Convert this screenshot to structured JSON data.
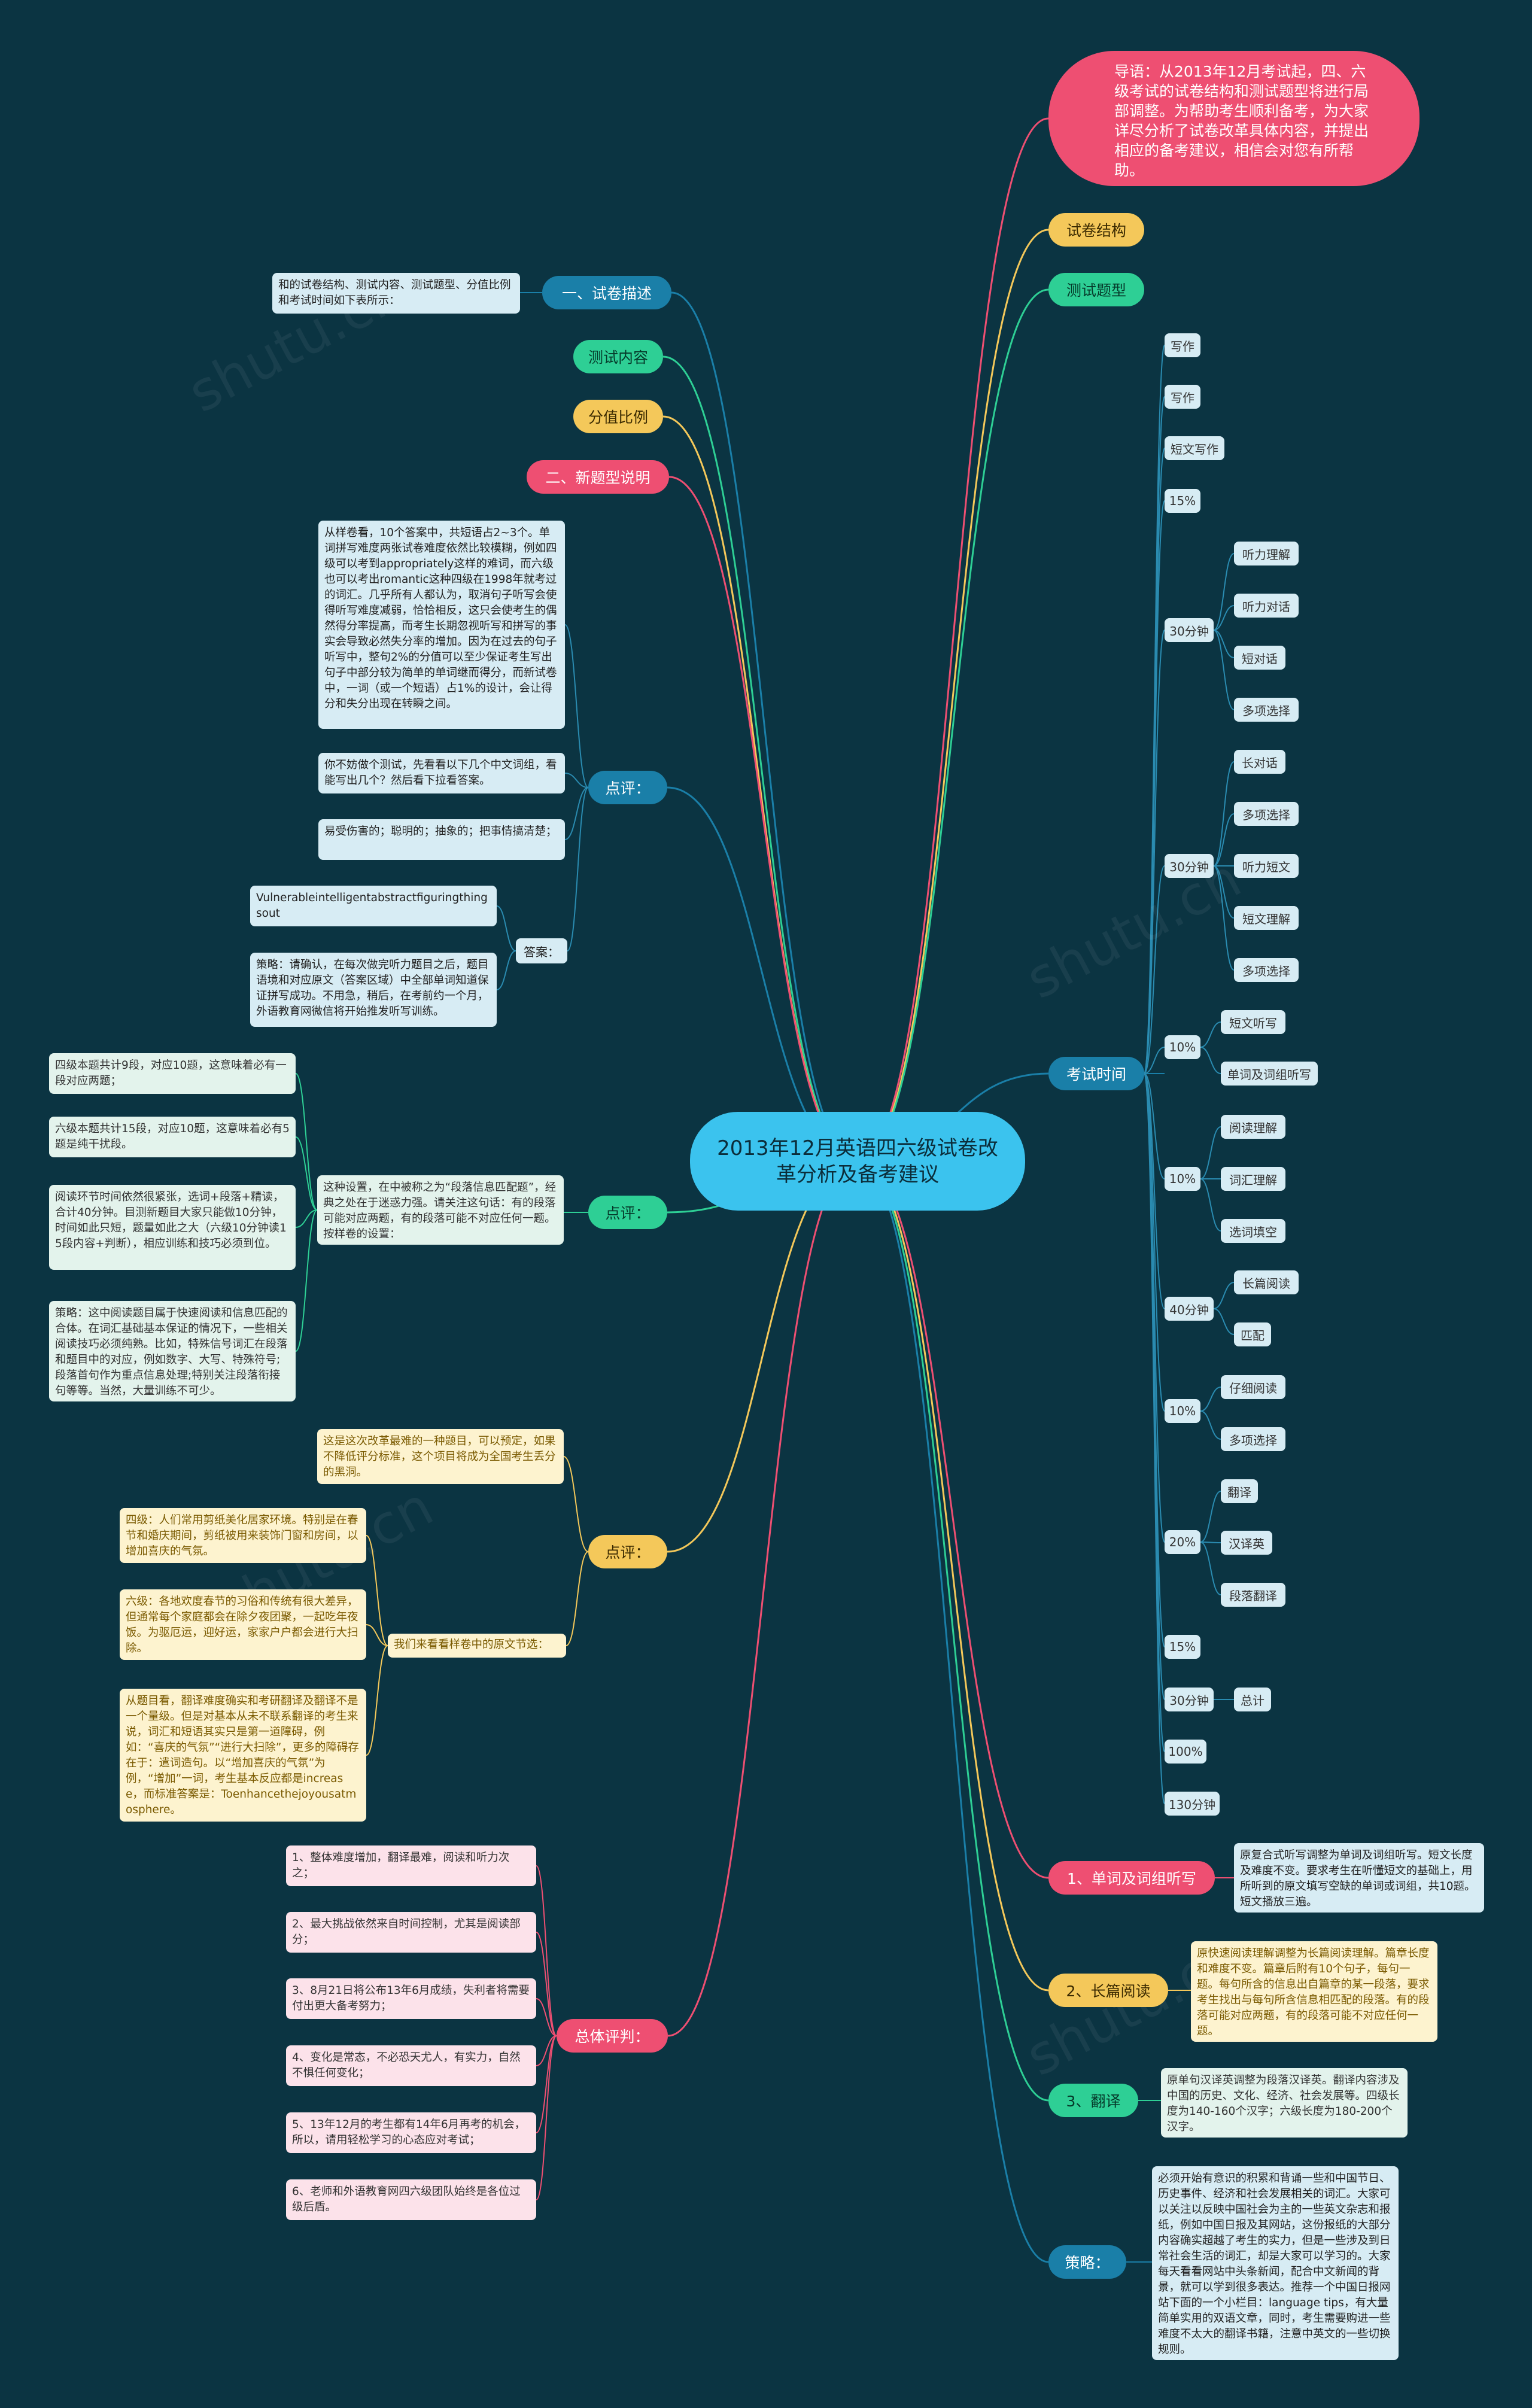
{
  "center": "2013年12月英语四六级试卷改革分析及备考建议",
  "intro": "导语：从2013年12月考试起，四、六级考试的试卷结构和测试题型将进行局部调整。为帮助考生顺利备考，为大家详尽分析了试卷改革具体内容，并提出相应的备考建议，相信会对您有所帮助。",
  "right": {
    "exam_structure": "试卷结构",
    "test_types": "测试题型",
    "exam_time": "考试时间",
    "type_items": [
      "写作",
      "写作",
      "短文写作",
      "15%",
      "30分钟",
      "30分钟",
      "10%",
      "10%",
      "40分钟",
      "10%",
      "20%",
      "15%",
      "30分钟",
      "100%",
      "130分钟"
    ],
    "listening_a": [
      "听力理解",
      "听力对话",
      "短对话",
      "多项选择"
    ],
    "listening_b": [
      "长对话",
      "多项选择",
      "听力短文",
      "短文理解",
      "多项选择"
    ],
    "dictation": [
      "短文听写",
      "单词及词组听写"
    ],
    "reading_a": [
      "阅读理解",
      "词汇理解",
      "选词填空"
    ],
    "reading_b": [
      "长篇阅读",
      "匹配"
    ],
    "careful": [
      "仔细阅读",
      "多项选择"
    ],
    "translation": [
      "翻译",
      "汉译英",
      "段落翻译"
    ],
    "summary": "总计",
    "c1_label": "1、单词及词组听写",
    "c1_text": "原复合式听写调整为单词及词组听写。短文长度及难度不变。要求考生在听懂短文的基础上，用所听到的原文填写空缺的单词或词组，共10题。短文播放三遍。",
    "c2_label": "2、长篇阅读",
    "c2_text": "原快速阅读理解调整为长篇阅读理解。篇章长度和难度不变。篇章后附有10个句子，每句一题。每句所含的信息出自篇章的某一段落，要求考生找出与每句所含信息相匹配的段落。有的段落可能对应两题，有的段落可能不对应任何一题。",
    "c3_label": "3、翻译",
    "c3_text": "原单句汉译英调整为段落汉译英。翻译内容涉及中国的历史、文化、经济、社会发展等。四级长度为140-160个汉字；六级长度为180-200个汉字。",
    "strategy_label": "策略：",
    "strategy_text": "必须开始有意识的积累和背诵一些和中国节日、历史事件、经济和社会发展相关的词汇。大家可以关注以反映中国社会为主的一些英文杂志和报纸，例如中国日报及其网站，这份报纸的大部分内容确实超越了考生的实力，但是一些涉及到日常社会生活的词汇，却是大家可以学习的。大家每天看看网站中头条新闻，配合中文新闻的背景，就可以学到很多表达。推荐一个中国日报网站下面的一个小栏目：language tips，有大量简单实用的双语文章，同时，考生需要购进一些难度不太大的翻译书籍，注意中英文的一些切换规则。"
  },
  "left": {
    "desc_label": "一、试卷描述",
    "desc_text": "和的试卷结构、测试内容、测试题型、分值比例和考试时间如下表所示：",
    "content_label": "测试内容",
    "ratio_label": "分值比例",
    "new_label": "二、新题型说明",
    "review1_label": "点评：",
    "review1_text_a": "从样卷看，10个答案中，共短语占2~3个。单词拼写难度两张试卷难度依然比较模糊，例如四级可以考到appropriately这样的难词，而六级也可以考出romantic这种四级在1998年就考过的词汇。几乎所有人都认为，取消句子听写会使得听写难度减弱，恰恰相反，这只会使考生的偶然得分率提高，而考生长期忽视听写和拼写的事实会导致必然失分率的增加。因为在过去的句子听写中，整句2%的分值可以至少保证考生写出句子中部分较为简单的单词继而得分，而新试卷中，一词（或一个短语）占1%的设计，会让得分和失分出现在转瞬之间。",
    "review1_text_b": "你不妨做个测试，先看看以下几个中文词组，看能写出几个？然后看下拉看答案。",
    "review1_text_c": "易受伤害的；聪明的；抽象的；把事情搞清楚；",
    "answer_label": "答案：",
    "answer_text_a": "Vulnerableintelligentabstractfiguringthingsout",
    "answer_text_b": "策略：请确认，在每次做完听力题目之后，题目语境和对应原文（答案区域）中全部单词知道保证拼写成功。不用急，稍后，在考前约一个月，外语教育网微信将开始推发听写训练。",
    "review2_label": "点评：",
    "review2_main": "这种设置，在中被称之为“段落信息匹配题”，经典之处在于迷惑力强。请关注这句话：有的段落可能对应两题，有的段落可能不对应任何一题。按样卷的设置：",
    "review2_items": [
      "四级本题共计9段，对应10题，这意味着必有一段对应两题；",
      "六级本题共计15段，对应10题，这意味着必有5题是纯干扰段。",
      "阅读环节时间依然很紧张，选词+段落+精读，合计40分钟。目测新题目大家只能做10分钟，时间如此只短，题量如此之大（六级10分钟读15段内容+判断），相应训练和技巧必须到位。",
      "策略：这中阅读题目属于快速阅读和信息匹配的合体。在词汇基础基本保证的情况下，一些相关阅读技巧必须纯熟。比如，特殊信号词汇在段落和题目中的对应，例如数字、大写、特殊符号;段落首句作为重点信息处理;特别关注段落衔接句等等。当然，大量训练不可少。"
    ],
    "review3_label": "点评：",
    "review3_top": "这是这次改革最难的一种题目，可以预定，如果不降低评分标准，这个项目将成为全国考生丢分的黑洞。",
    "review3_sub": "我们来看看样卷中的原文节选：",
    "review3_items": [
      "四级：人们常用剪纸美化居家环境。特别是在春节和婚庆期间，剪纸被用来装饰门窗和房间，以增加喜庆的气氛。",
      "六级：各地欢度春节的习俗和传统有很大差异，但通常每个家庭都会在除夕夜团聚，一起吃年夜饭。为驱厄运，迎好运，家家户户都会进行大扫除。",
      "从题目看，翻译难度确实和考研翻译及翻译不是一个量级。但是对基本从未不联系翻译的考生来说，词汇和短语其实只是第一道障碍，例如：“喜庆的气氛”“进行大扫除”，更多的障碍存在于：遣词造句。以“增加喜庆的气氛”为例，“增加”一词，考生基本反应都是increase，而标准答案是：Toenhancethejoyousatmosphere。"
    ],
    "overall_label": "总体评判：",
    "overall_items": [
      "1、整体难度增加，翻译最难，阅读和听力次之；",
      "2、最大挑战依然来自时间控制，尤其是阅读部分；",
      "3、8月21日将公布13年6月成绩，失利者将需要付出更大备考努力；",
      "4、变化是常态，不必恐天尤人，有实力，自然不惧任何变化；",
      "5、13年12月的考生都有14年6月再考的机会，所以，请用轻松学习的心态应对考试；",
      "6、老师和外语教育网四六级团队始终是各位过级后盾。"
    ]
  },
  "colors": {
    "background": "#0b3442",
    "center": "#3bc3ee",
    "pink": "#ee4f72",
    "yellow": "#f4c85a",
    "green": "#2ecf95",
    "blue_branch": "#1a7fa8"
  }
}
